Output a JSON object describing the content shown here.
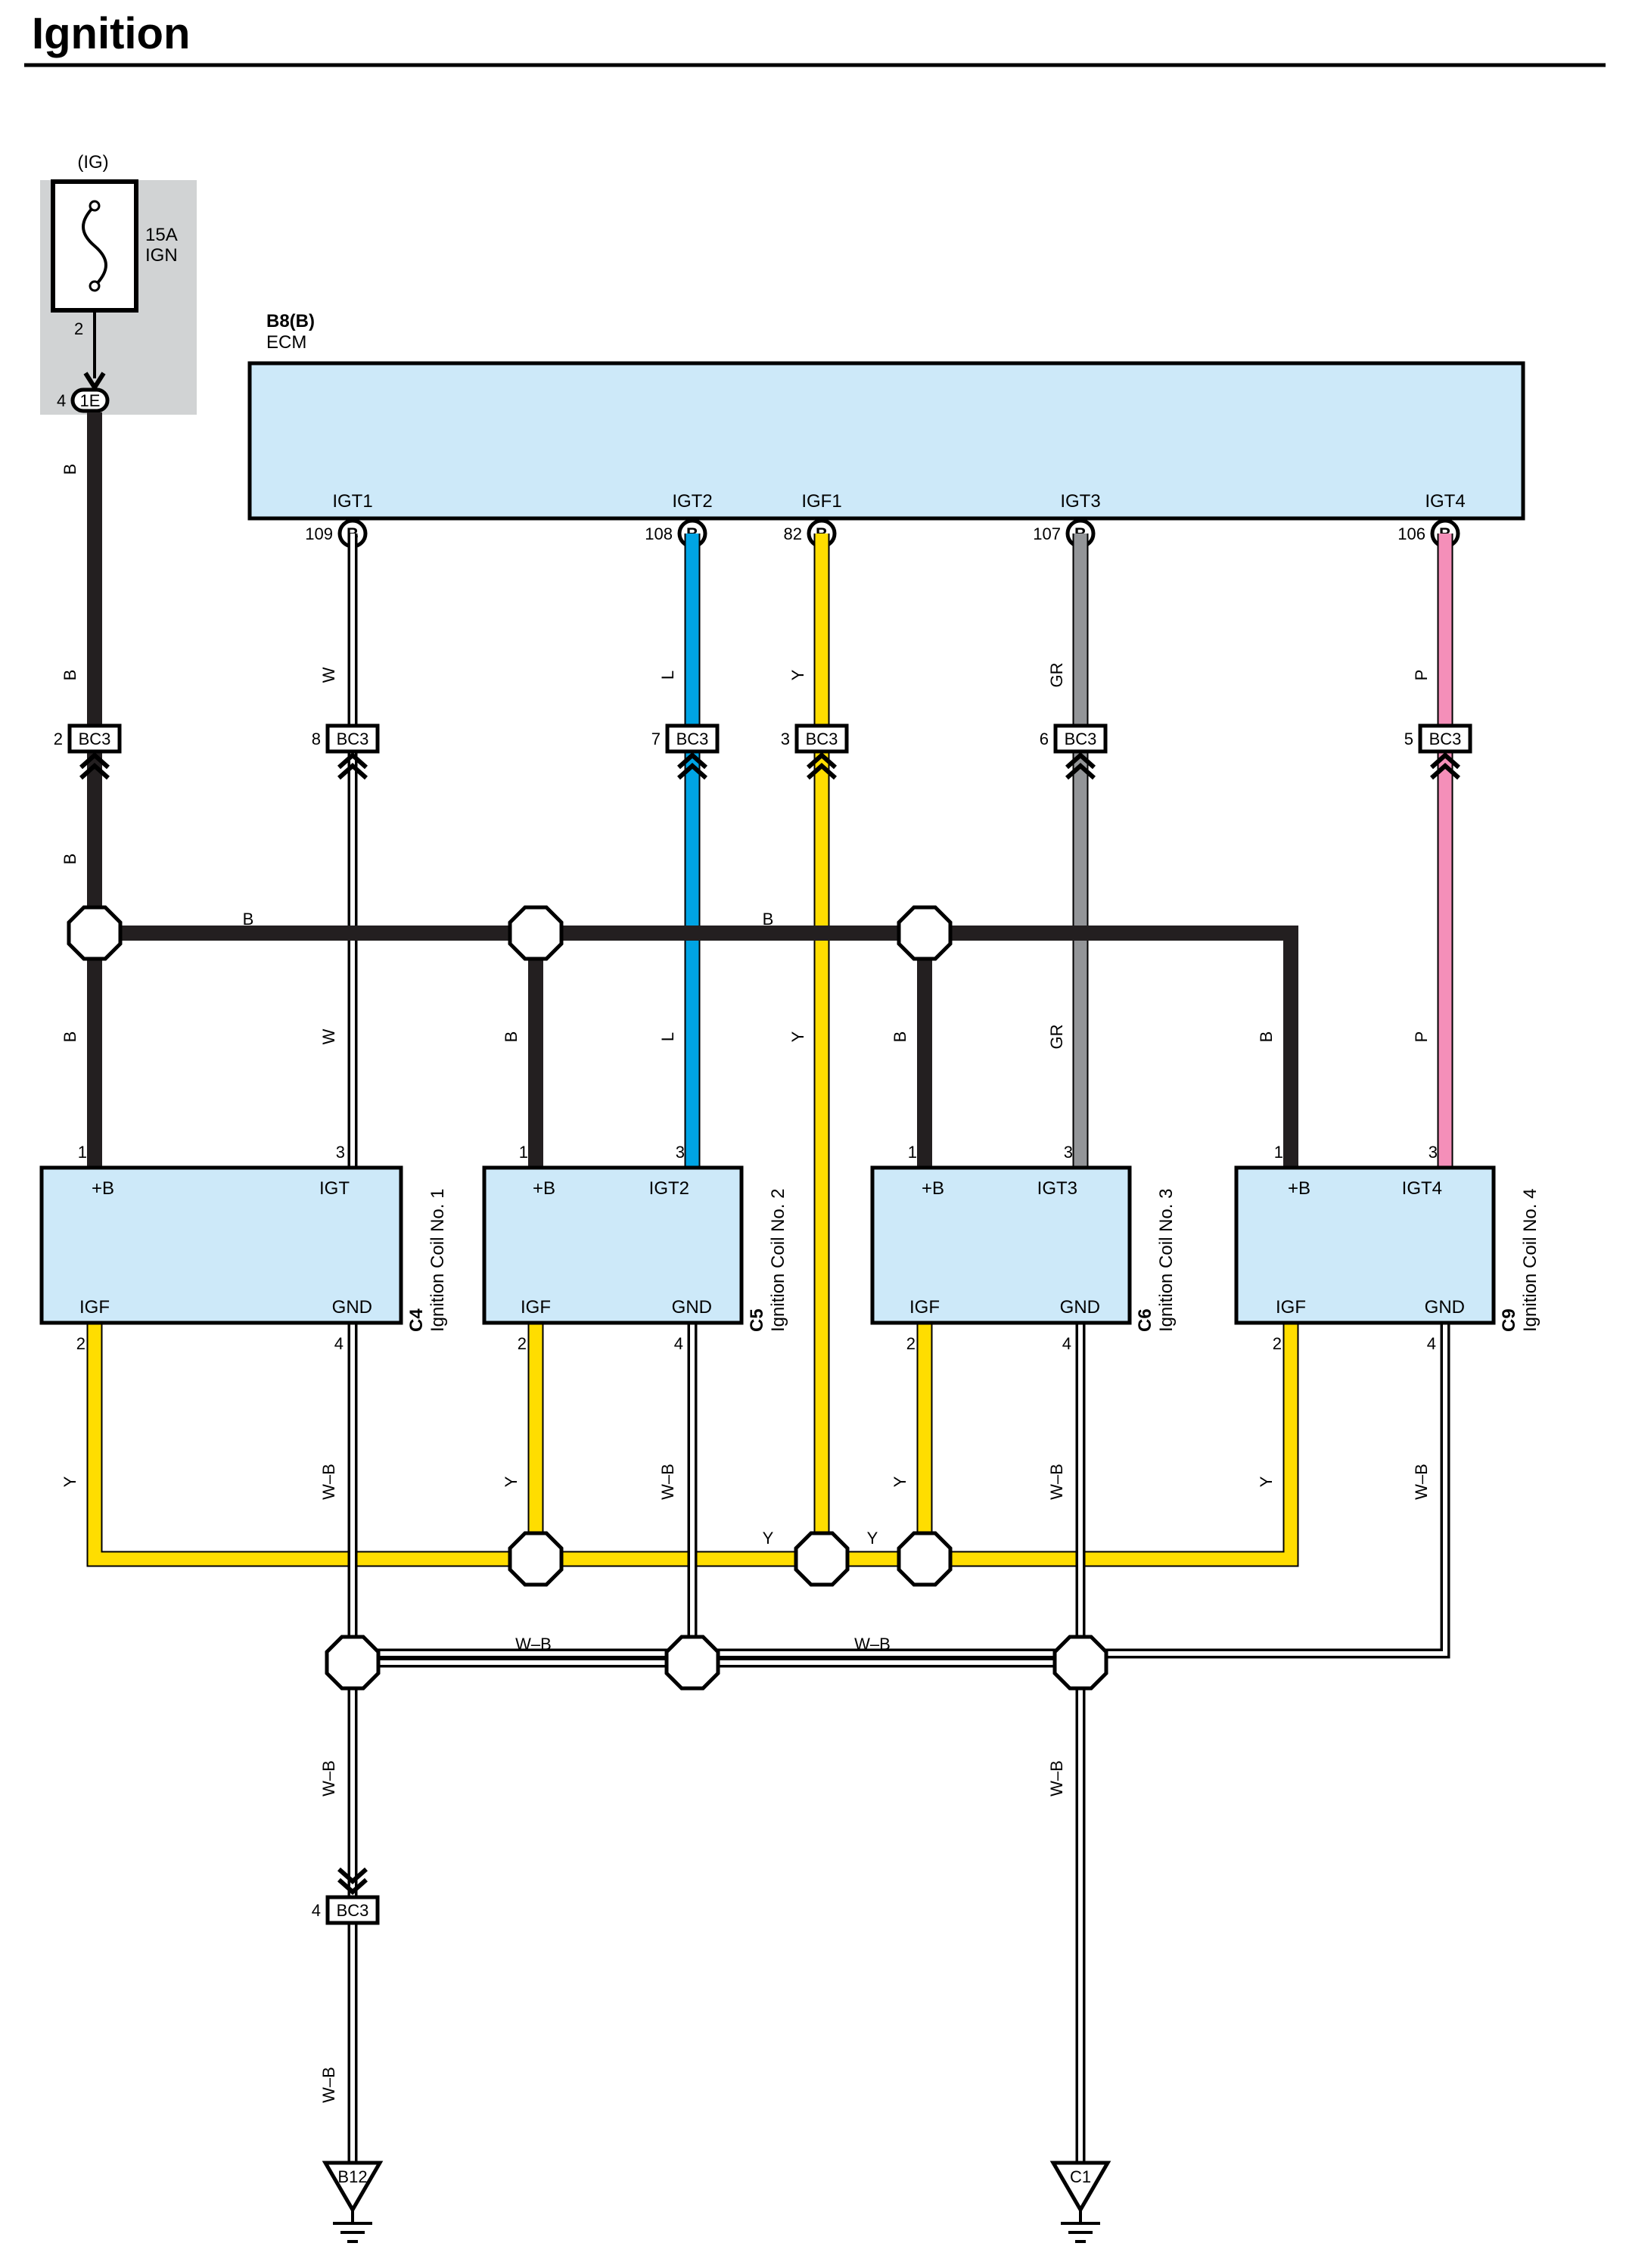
{
  "title": "Ignition",
  "colors": {
    "wire_B": "#231f20",
    "wire_W": "#ffffff",
    "wire_L": "#00a4e4",
    "wire_Y": "#ffdd00",
    "wire_GR": "#939598",
    "wire_P": "#f48fb9",
    "wire_WB": "#ffffff",
    "component_fill": "#cde9f9",
    "fuse_box_bg": "#d1d3d4"
  },
  "fuse": {
    "box_label": "(IG)",
    "rating": "15A",
    "name": "IGN",
    "pin_top": "2",
    "connector_pin": "4",
    "connector": "1E"
  },
  "ecm": {
    "code": "B8(B)",
    "name": "ECM",
    "terminal_badge": "B",
    "terminals": [
      {
        "name": "IGT1",
        "pin": "109"
      },
      {
        "name": "IGT2",
        "pin": "108"
      },
      {
        "name": "IGF1",
        "pin": "82"
      },
      {
        "name": "IGT3",
        "pin": "107"
      },
      {
        "name": "IGT4",
        "pin": "106"
      }
    ]
  },
  "bc3_connectors": [
    {
      "pin": "2",
      "label": "BC3"
    },
    {
      "pin": "8",
      "label": "BC3"
    },
    {
      "pin": "7",
      "label": "BC3"
    },
    {
      "pin": "3",
      "label": "BC3"
    },
    {
      "pin": "6",
      "label": "BC3"
    },
    {
      "pin": "5",
      "label": "BC3"
    },
    {
      "pin": "4",
      "label": "BC3"
    }
  ],
  "wire_labels": {
    "b": "B",
    "w": "W",
    "l": "L",
    "y": "Y",
    "gr": "GR",
    "p": "P",
    "wb": "W–B"
  },
  "coils": [
    {
      "code": "C4",
      "name": "Ignition Coil No. 1",
      "pins": [
        "1",
        "3",
        "2",
        "4"
      ],
      "terms": [
        "+B",
        "IGT",
        "IGF",
        "GND"
      ]
    },
    {
      "code": "C5",
      "name": "Ignition Coil No. 2",
      "pins": [
        "1",
        "3",
        "2",
        "4"
      ],
      "terms": [
        "+B",
        "IGT2",
        "IGF",
        "GND"
      ]
    },
    {
      "code": "C6",
      "name": "Ignition Coil No. 3",
      "pins": [
        "1",
        "3",
        "2",
        "4"
      ],
      "terms": [
        "+B",
        "IGT3",
        "IGF",
        "GND"
      ]
    },
    {
      "code": "C9",
      "name": "Ignition Coil No. 4",
      "pins": [
        "1",
        "3",
        "2",
        "4"
      ],
      "terms": [
        "+B",
        "IGT4",
        "IGF",
        "GND"
      ]
    }
  ],
  "grounds": [
    {
      "label": "B12"
    },
    {
      "label": "C1"
    }
  ]
}
